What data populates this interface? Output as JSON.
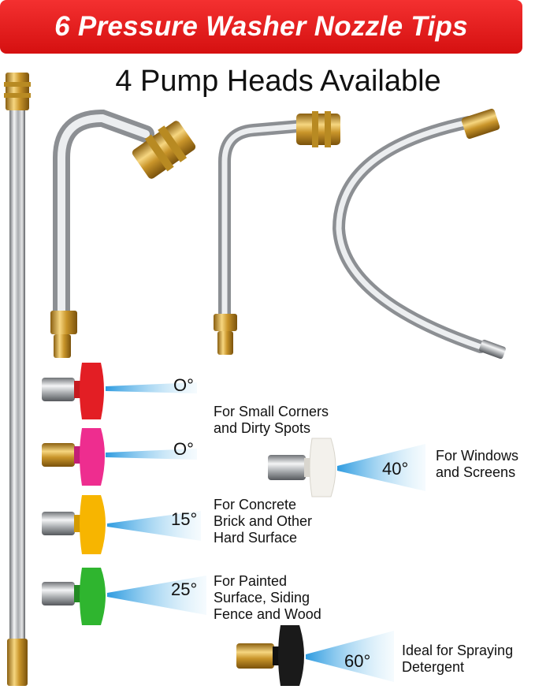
{
  "header": {
    "title": "6 Pressure Washer Nozzle Tips"
  },
  "subtitle": "4 Pump Heads Available",
  "colors": {
    "banner": "#e01b1b",
    "nozzle_red": "#e31e24",
    "nozzle_pink": "#ee2d8f",
    "nozzle_yellow": "#f7b500",
    "nozzle_green": "#2fb52f",
    "nozzle_white": "#f3f1ec",
    "nozzle_black": "#1a1a1a",
    "brass": "#d4a233",
    "spray": "#58b8ea"
  },
  "nozzles": [
    {
      "color": "red",
      "angle": "O°",
      "description": []
    },
    {
      "color": "pink",
      "angle": "O°",
      "description": [
        "For Small Corners",
        "and Dirty Spots"
      ]
    },
    {
      "color": "yellow",
      "angle": "15°",
      "description": [
        "For Concrete",
        "Brick and Other",
        "Hard Surface"
      ]
    },
    {
      "color": "green",
      "angle": "25°",
      "description": [
        "For Painted",
        "Surface, Siding",
        "Fence and Wood"
      ]
    },
    {
      "color": "white",
      "angle": "40°",
      "description": [
        "For Windows",
        "and Screens"
      ]
    },
    {
      "color": "black",
      "angle": "60°",
      "description": [
        "Ideal for Spraying",
        "Detergent"
      ]
    }
  ]
}
